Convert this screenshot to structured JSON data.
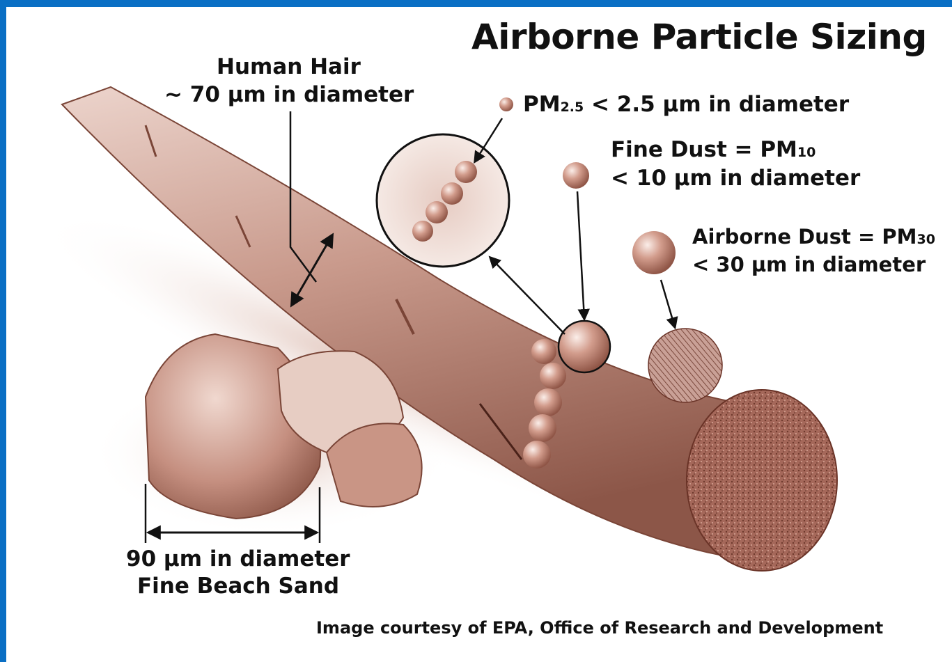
{
  "diagram": {
    "title": "Airborne Particle Sizing",
    "human_hair": {
      "line1": "Human Hair",
      "line2": "~ 70 µm in diameter"
    },
    "pm25": {
      "prefix": "PM",
      "subscript": "2.5",
      "suffix": " < 2.5 µm in diameter"
    },
    "fine_dust": {
      "prefix": "Fine Dust = PM",
      "subscript": "10",
      "line2": "< 10 µm in diameter"
    },
    "airborne_dust": {
      "prefix": "Airborne Dust = PM",
      "subscript": "30",
      "line2": "< 30 µm in diameter"
    },
    "beach_sand": {
      "line1": "90 µm in diameter",
      "line2": "Fine Beach Sand"
    },
    "credit": "Image courtesy of EPA, Office of Research and Development"
  },
  "colors": {
    "frame_border": "#0a6fc4",
    "background": "#ffffff",
    "particle_tone": "#b5796a",
    "text": "#111111"
  }
}
